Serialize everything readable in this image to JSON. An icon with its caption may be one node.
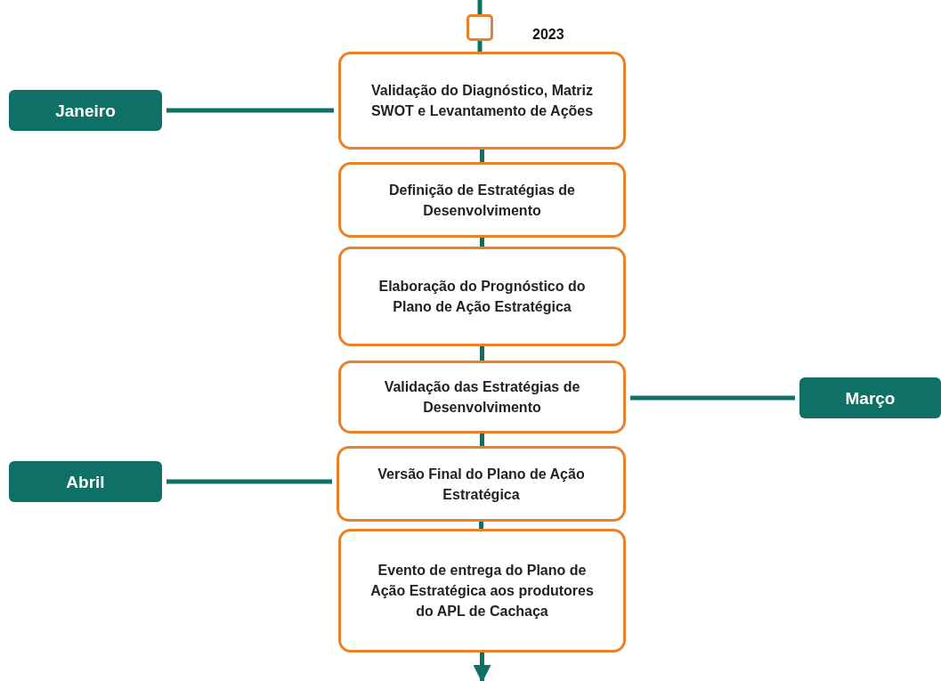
{
  "diagram": {
    "nodes": [
      {
        "text": [],
        "shape": "box"
      },
      {
        "text": [
          "Validação do Diagnóstico, Matriz SWOT e Levantamento de Ações"
        ]
      },
      {
        "text": [
          "Definição de Estratégias de Desenvolvimento"
        ]
      },
      {
        "text": [
          "Elaboração do Prognóstico do Plano de Ação Estratégica"
        ]
      },
      {
        "text": [
          "Validação das Estratégias de Desenvolvimento"
        ]
      },
      {
        "text": [
          "Versão Final do Plano de Ação Estratégica"
        ]
      },
      {
        "text": [
          "Evento de entrega do Plano de Ação Estratégica aos produtores do APL de Cachaça"
        ]
      },
      {
        "text": [
          "Janeiro"
        ]
      },
      {
        "text": [
          "Março"
        ]
      },
      {
        "text": [
          "Abril"
        ]
      }
    ],
    "edges": [
      {
        "from": null,
        "to": 0,
        "arrow": "none"
      },
      {
        "from": 0,
        "to": 1,
        "arrow": "none"
      },
      {
        "from": 1,
        "to": 2,
        "arrow": "none"
      },
      {
        "from": 2,
        "to": 3,
        "arrow": "none"
      },
      {
        "from": 3,
        "to": 4,
        "arrow": "none"
      },
      {
        "from": 4,
        "to": 5,
        "arrow": "none"
      },
      {
        "from": 5,
        "to": 6,
        "arrow": "none"
      },
      {
        "from": 6,
        "to": null,
        "arrow": "to"
      },
      {
        "from": 7,
        "to": 1,
        "arrow": "none"
      },
      {
        "from": 4,
        "to": 8,
        "arrow": "none"
      },
      {
        "from": 9,
        "to": 5,
        "arrow": "none"
      }
    ],
    "labels": [
      "2023"
    ]
  }
}
